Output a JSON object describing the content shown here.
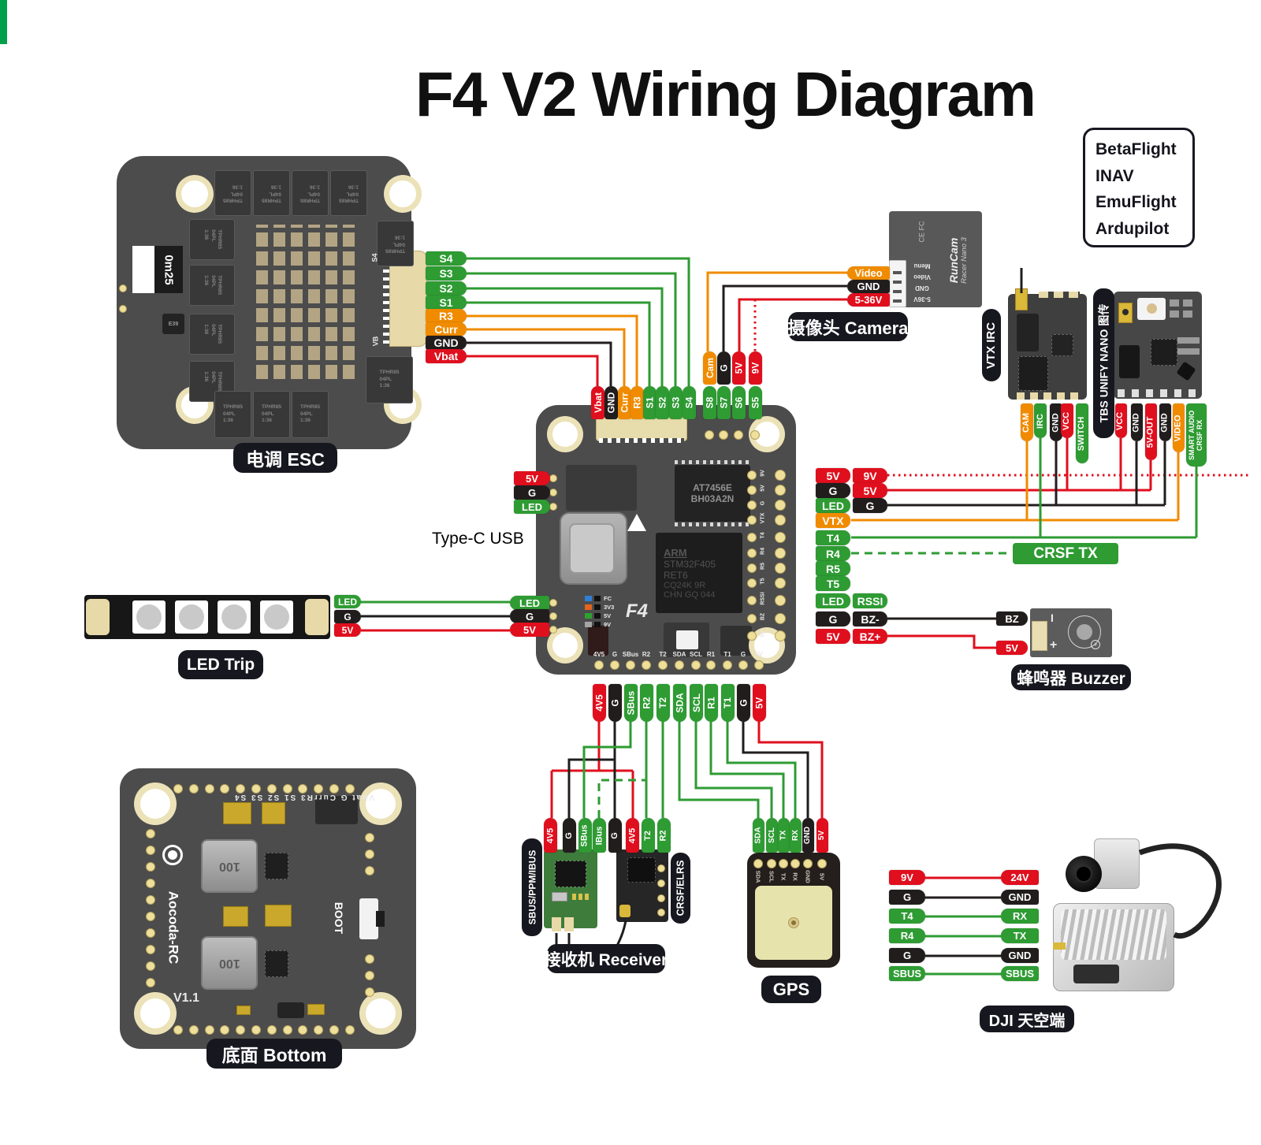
{
  "title": "F4 V2 Wiring Diagram",
  "firmware_box": {
    "items": [
      "BetaFlight",
      "INAV",
      "EmuFlight",
      "Ardupilot"
    ]
  },
  "colors": {
    "green": "#2e9b33",
    "red": "#e00f1e",
    "orange": "#f08b00",
    "black": "#211d1d"
  },
  "esc": {
    "label": "电调  ESC",
    "shunt": "0m25",
    "chip": "E39",
    "silk_s4": "S4",
    "silk_vb": "VB",
    "mosfet": [
      "TPHR85",
      "04PL",
      "1:36"
    ],
    "wires": [
      {
        "t": "S4",
        "c": "green"
      },
      {
        "t": "S3",
        "c": "green"
      },
      {
        "t": "S2",
        "c": "green"
      },
      {
        "t": "S1",
        "c": "green"
      },
      {
        "t": "R3",
        "c": "orange"
      },
      {
        "t": "Curr",
        "c": "orange"
      },
      {
        "t": "GND",
        "c": "black"
      },
      {
        "t": "Vbat",
        "c": "red"
      }
    ]
  },
  "fc": {
    "usb_label": "Type-C USB",
    "osd_chip": [
      "AT7456E",
      "BH03A2N"
    ],
    "mcu_chip": [
      "ARM",
      "STM32F405",
      "RET6",
      "CQ24K  9R",
      "CHN GQ 044"
    ],
    "board_logo": "F4",
    "status_leds": [
      "FC",
      "3V3",
      "5V",
      "9V"
    ],
    "top_pins": [
      {
        "t": "Vbat",
        "c": "red"
      },
      {
        "t": "GND",
        "c": "black"
      },
      {
        "t": "Curr",
        "c": "orange"
      },
      {
        "t": "R3",
        "c": "orange"
      },
      {
        "t": "S1",
        "c": "green"
      },
      {
        "t": "S2",
        "c": "green"
      },
      {
        "t": "S3",
        "c": "green"
      },
      {
        "t": "S4",
        "c": "green"
      },
      {
        "t": "S8",
        "c": "green"
      },
      {
        "t": "S7",
        "c": "green"
      },
      {
        "t": "S6",
        "c": "green"
      },
      {
        "t": "S5",
        "c": "green"
      }
    ],
    "top_aux": [
      {
        "t": "Cam",
        "c": "orange"
      },
      {
        "t": "G",
        "c": "black"
      },
      {
        "t": "5V",
        "c": "red"
      },
      {
        "t": "9V",
        "c": "red"
      }
    ],
    "left_top": [
      {
        "t": "5V",
        "c": "red"
      },
      {
        "t": "G",
        "c": "black"
      },
      {
        "t": "LED",
        "c": "green"
      }
    ],
    "left_bottom": [
      {
        "t": "LED",
        "c": "green"
      },
      {
        "t": "G",
        "c": "black"
      },
      {
        "t": "5V",
        "c": "red"
      }
    ],
    "right_rows": [
      {
        "pins": [
          {
            "t": "5V",
            "c": "red"
          },
          {
            "t": "9V",
            "c": "red"
          }
        ]
      },
      {
        "pins": [
          {
            "t": "G",
            "c": "black"
          },
          {
            "t": "5V",
            "c": "red"
          }
        ]
      },
      {
        "pins": [
          {
            "t": "LED",
            "c": "green"
          },
          {
            "t": "G",
            "c": "black"
          }
        ]
      },
      {
        "pins": [
          {
            "t": "VTX",
            "c": "orange"
          }
        ]
      },
      {
        "pins": [
          {
            "t": "T4",
            "c": "green"
          }
        ]
      },
      {
        "pins": [
          {
            "t": "R4",
            "c": "green"
          }
        ]
      },
      {
        "pins": [
          {
            "t": "R5",
            "c": "green"
          }
        ]
      },
      {
        "pins": [
          {
            "t": "T5",
            "c": "green"
          }
        ]
      },
      {
        "pins": [
          {
            "t": "LED",
            "c": "green"
          },
          {
            "t": "RSSI",
            "c": "green"
          }
        ]
      },
      {
        "pins": [
          {
            "t": "G",
            "c": "black"
          },
          {
            "t": "BZ-",
            "c": "black"
          }
        ]
      },
      {
        "pins": [
          {
            "t": "5V",
            "c": "red"
          },
          {
            "t": "BZ+",
            "c": "red"
          }
        ]
      }
    ],
    "right_silk": [
      "9V",
      "5V",
      "G",
      "VTX",
      "T4",
      "R4",
      "R5",
      "T5",
      "RSSI",
      "BZ",
      "5V"
    ],
    "bottom_pins": [
      {
        "t": "4V5",
        "c": "red"
      },
      {
        "t": "G",
        "c": "black"
      },
      {
        "t": "SBus",
        "c": "green"
      },
      {
        "t": "R2",
        "c": "green"
      },
      {
        "t": "T2",
        "c": "green"
      },
      {
        "t": "SDA",
        "c": "green"
      },
      {
        "t": "SCL",
        "c": "green"
      },
      {
        "t": "R1",
        "c": "green"
      },
      {
        "t": "T1",
        "c": "green"
      },
      {
        "t": "G",
        "c": "black"
      },
      {
        "t": "5V",
        "c": "red"
      }
    ]
  },
  "camera": {
    "label": "摄像头 Camera",
    "brand1": "RunCam",
    "brand2": "Racer Nano 3",
    "marks": "CE FC",
    "pin_silk": [
      "Menu",
      "Video",
      "GND",
      "5-36V"
    ],
    "wires": [
      {
        "t": "Video",
        "c": "orange"
      },
      {
        "t": "GND",
        "c": "black"
      },
      {
        "t": "5-36V",
        "c": "red"
      }
    ]
  },
  "vtx": {
    "badge": "VTX IRC",
    "pins": [
      {
        "t": "CAM",
        "c": "orange"
      },
      {
        "t": "IRC",
        "c": "green"
      },
      {
        "t": "GND",
        "c": "black"
      },
      {
        "t": "VCC",
        "c": "red"
      },
      {
        "t": "SWITCH",
        "c": "green"
      }
    ]
  },
  "tbs": {
    "badge": "TBS UNIFY NANO 图传",
    "pins": [
      {
        "t": "VCC",
        "c": "red"
      },
      {
        "t": "GND",
        "c": "black"
      },
      {
        "t": "5V-OUT",
        "c": "red"
      },
      {
        "t": "GND",
        "c": "black"
      },
      {
        "t": "VIDEO",
        "c": "orange"
      },
      {
        "t": "SMART AUDIO|CRSF RX",
        "c": "green"
      }
    ]
  },
  "crsf_tx": "CRSF TX",
  "led_strip": {
    "label": "LED Trip",
    "labels": [
      {
        "t": "LED",
        "c": "green"
      },
      {
        "t": "G",
        "c": "black"
      },
      {
        "t": "5V",
        "c": "red"
      }
    ]
  },
  "buzzer": {
    "label": "蜂鸣器 Buzzer",
    "minus": "I",
    "plus": "+",
    "pills": [
      {
        "t": "BZ",
        "c": "black"
      },
      {
        "t": "5V",
        "c": "red"
      }
    ]
  },
  "receiver": {
    "label": "接收机  Receiver",
    "rx1_badge": "SBUS/PPM/IBUS",
    "rx2_badge": "CRSF/ELRS",
    "pins": [
      {
        "t": "4V5",
        "c": "red"
      },
      {
        "t": "G",
        "c": "black"
      },
      {
        "t": "SBus",
        "c": "green"
      },
      {
        "t": "IBus",
        "c": "green"
      },
      {
        "t": "G",
        "c": "black"
      },
      {
        "t": "4V5",
        "c": "red"
      },
      {
        "t": "T2",
        "c": "green"
      },
      {
        "t": "R2",
        "c": "green"
      }
    ]
  },
  "gps": {
    "label": "GPS",
    "silk": [
      "SDA",
      "SCL",
      "TX",
      "RX",
      "GND",
      "5V"
    ],
    "pins": [
      {
        "t": "SDA",
        "c": "green"
      },
      {
        "t": "SCL",
        "c": "green"
      },
      {
        "t": "TX",
        "c": "green"
      },
      {
        "t": "RX",
        "c": "green"
      },
      {
        "t": "GND",
        "c": "black"
      },
      {
        "t": "5V",
        "c": "red"
      }
    ]
  },
  "dji": {
    "label": "DJI 天空端",
    "pairs": [
      {
        "l": "9V",
        "r": "24V",
        "c": "red"
      },
      {
        "l": "G",
        "r": "GND",
        "c": "black"
      },
      {
        "l": "T4",
        "r": "RX",
        "c": "green"
      },
      {
        "l": "R4",
        "r": "TX",
        "c": "green"
      },
      {
        "l": "G",
        "r": "GND",
        "c": "black"
      },
      {
        "l": "SBUS",
        "r": "SBUS",
        "c": "green"
      }
    ]
  },
  "bottom_board": {
    "label": "底面  Bottom",
    "brand": "Aocoda-RC",
    "version": "V1.1",
    "boot": "BOOT",
    "inductor": "100",
    "top_silk": "Vbat G CurrR3 S1 S2 S3 S4"
  }
}
